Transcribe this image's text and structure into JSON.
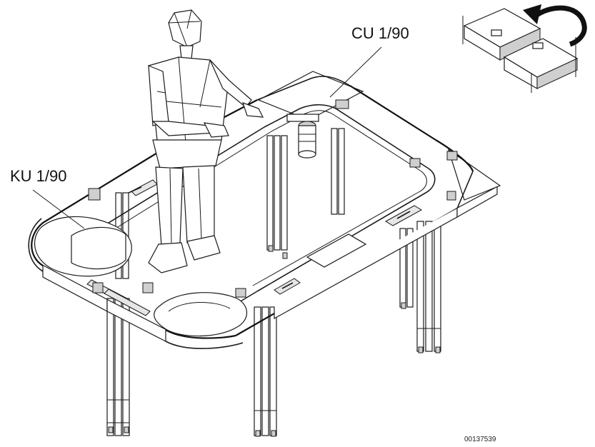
{
  "labels": {
    "cu": "CU 1/90",
    "ku": "KU 1/90",
    "ref": "00137539"
  },
  "icons": {
    "rotation": "curved-arrow-icon"
  },
  "colors": {
    "line": "#1a1a1a",
    "shade": "#cfcfcf",
    "background": "#ffffff"
  }
}
